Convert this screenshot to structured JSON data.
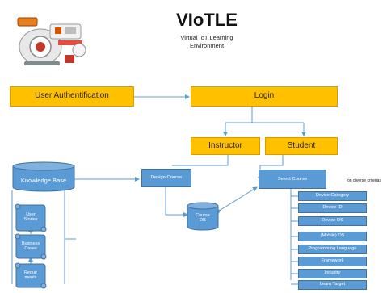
{
  "header": {
    "title": "VIoTLE",
    "subtitle_line1": "Virtual IoT Learning",
    "subtitle_line2": "Environment"
  },
  "nodes": {
    "user_auth": "User Authentification",
    "login": "Login",
    "instructor": "Instructor",
    "student": "Student",
    "knowledge_base": "Knowledge Base",
    "design_course": "Design Course",
    "course_db_line1": "Course",
    "course_db_line2": "DB",
    "select_course": "Select Course",
    "user_stories_line1": "User",
    "user_stories_line2": "Stories",
    "business_cases_line1": "Business",
    "business_cases_line2": "Cases",
    "requirements_line1": "Requir",
    "requirements_line2": "ments"
  },
  "note": "on diverse criterias",
  "criteria": [
    "Device Category",
    "Device ID",
    "Device OS",
    "(Mobile) OS",
    "Programming Language",
    "Framework",
    "Industry",
    "Learn Target"
  ],
  "colors": {
    "orange": "#ffc000",
    "blue": "#5b9bd5",
    "blue_dark": "#41719c",
    "link": "#5b9bd5"
  },
  "icons": {
    "logo": "robot-image"
  }
}
